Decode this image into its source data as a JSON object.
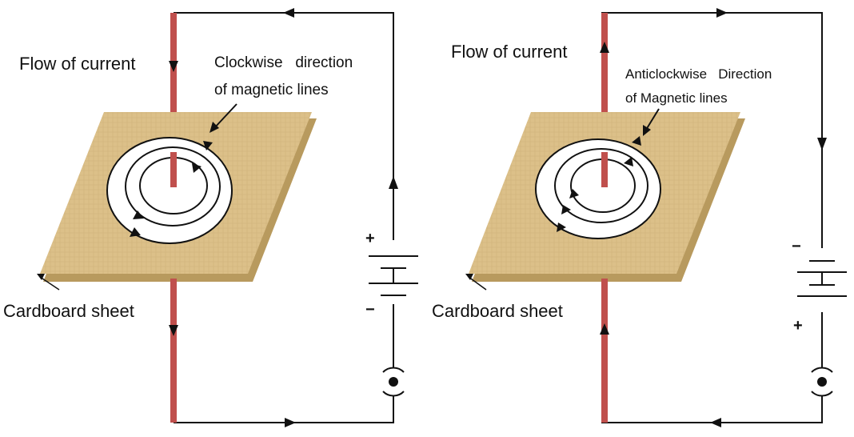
{
  "panels": [
    {
      "current_label": "Flow of current",
      "field_label_line1": "Clockwise   direction",
      "field_label_line2": "of magnetic lines",
      "sheet_label": "Cardboard sheet",
      "battery_top_sign": "+",
      "battery_bottom_sign": "−",
      "current_direction": "down",
      "field_direction": "clockwise"
    },
    {
      "current_label": "Flow of current",
      "field_label_line1": "Anticlockwise   Direction",
      "field_label_line2": "of Magnetic lines",
      "sheet_label": "Cardboard sheet",
      "battery_top_sign": "−",
      "battery_bottom_sign": "+",
      "current_direction": "up",
      "field_direction": "anticlockwise"
    }
  ],
  "colors": {
    "wire": "#111111",
    "conductor": "#c0504d",
    "cardboard": "#dcc089",
    "cardboard_edge": "#b89a5e"
  }
}
